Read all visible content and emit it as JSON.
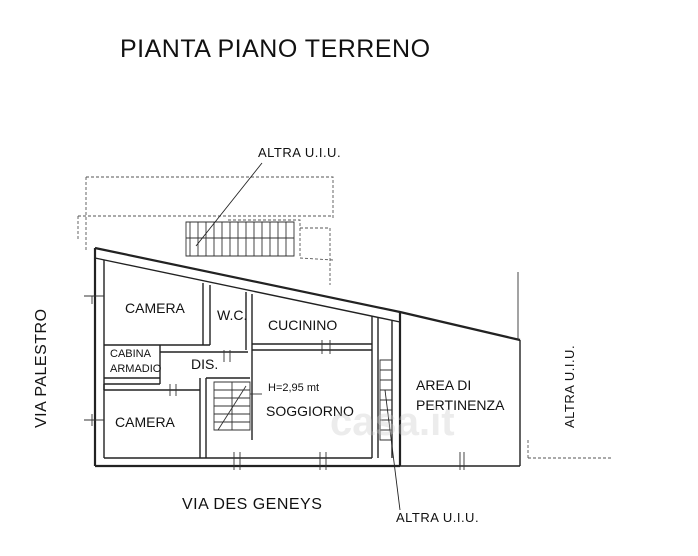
{
  "title": "PIANTA PIANO TERRENO",
  "labels": {
    "altra_uiu_top": "ALTRA U.I.U.",
    "altra_uiu_bottom": "ALTRA U.I.U.",
    "altra_uiu_right": "ALTRA U.I.U.",
    "via_palestro": "VIA PALESTRO",
    "via_des_geneys": "VIA DES GENEYS"
  },
  "rooms": {
    "camera_top": "CAMERA",
    "wc": "W.C.",
    "cucinino": "CUCININO",
    "cabina_line1": "CABINA",
    "cabina_line2": "ARMADIO",
    "dis": "DIS.",
    "height": "H=2,95 mt",
    "soggiorno": "SOGGIORNO",
    "camera_bottom": "CAMERA",
    "area_line1": "AREA DI",
    "area_line2": "PERTINENZA"
  },
  "watermark": "casa.it"
}
